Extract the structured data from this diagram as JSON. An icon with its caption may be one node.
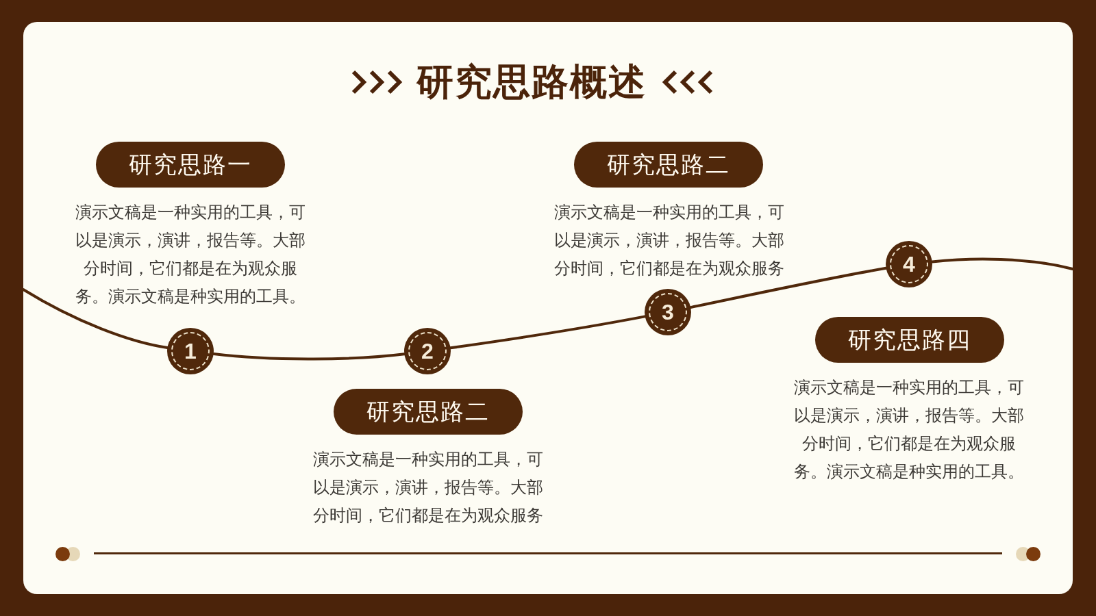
{
  "diagram": {
    "title": "研究思路概述",
    "nodes": [
      {
        "text": [
          "研究思路一"
        ],
        "beside": [
          "演示文稿是一种实用的工具，可以是演示，演讲，报告等。大部分时间，它们都是在为观众服务。演示文稿是种实用的工具。"
        ]
      },
      {
        "text": [
          "1"
        ]
      },
      {
        "text": [
          "2"
        ]
      },
      {
        "text": [
          "研究思路二"
        ],
        "beside": [
          "演示文稿是一种实用的工具，可以是演示，演讲，报告等。大部分时间，它们都是在为观众服务"
        ]
      },
      {
        "text": [
          "研究思路二"
        ],
        "beside": [
          "演示文稿是一种实用的工具，可以是演示，演讲，报告等。大部分时间，它们都是在为观众服务"
        ]
      },
      {
        "text": [
          "3"
        ]
      },
      {
        "text": [
          "4"
        ]
      },
      {
        "text": [
          "研究思路四"
        ],
        "beside": [
          "演示文稿是一种实用的工具，可以是演示，演讲，报告等。大部分时间，它们都是在为观众服务。演示文稿是种实用的工具。"
        ]
      }
    ],
    "edges": [
      {
        "from": null,
        "to": 1,
        "arrow": "none"
      },
      {
        "from": 1,
        "to": 2,
        "arrow": "none"
      },
      {
        "from": 2,
        "to": 5,
        "arrow": "none"
      },
      {
        "from": 5,
        "to": 6,
        "arrow": "none"
      },
      {
        "from": 6,
        "to": null,
        "arrow": "none"
      }
    ]
  }
}
